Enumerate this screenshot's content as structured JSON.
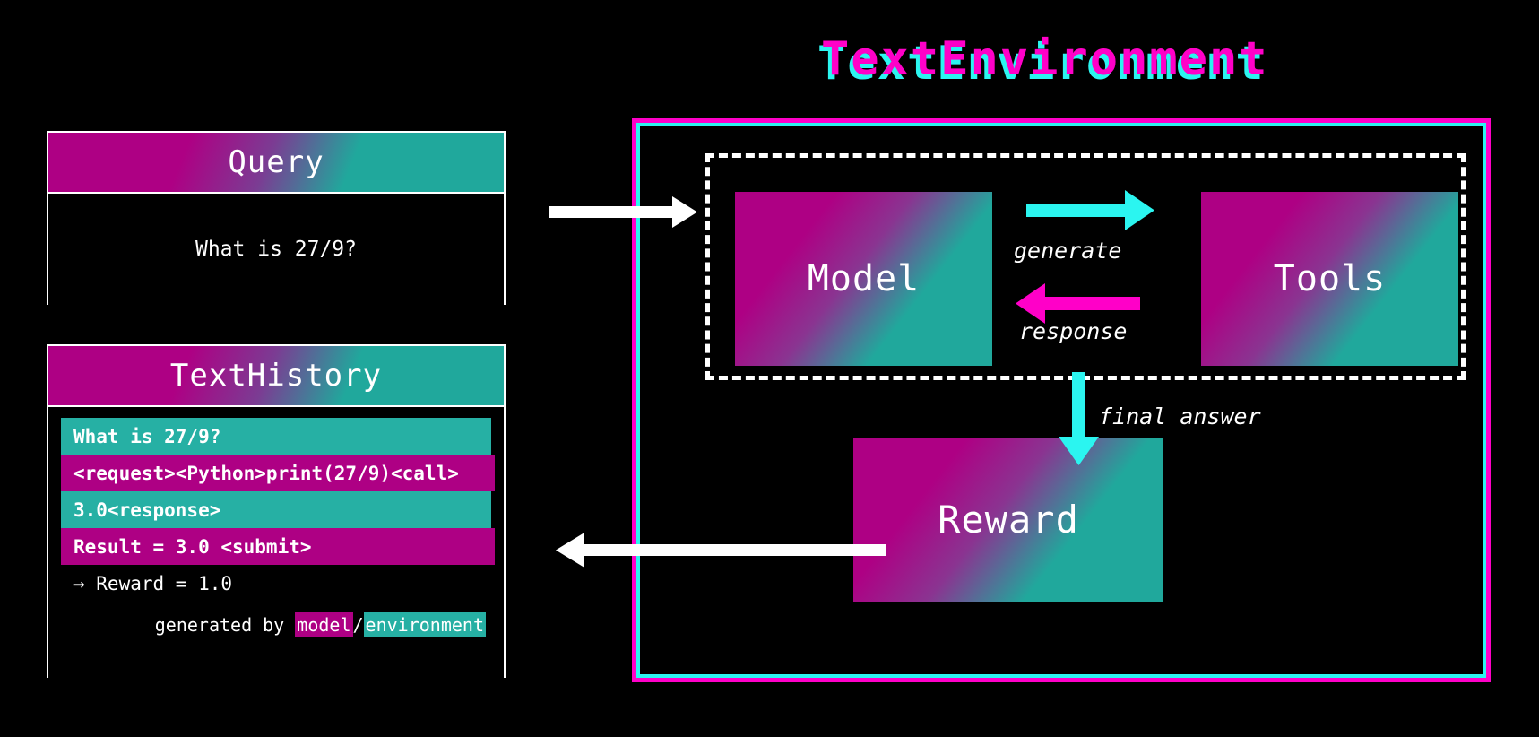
{
  "title": "TextEnvironment",
  "colors": {
    "magenta": "#AE0084",
    "teal": "#20A89C",
    "neon_magenta": "#FF00C8",
    "neon_cyan": "#2BF5F0",
    "white": "#FFFFFF",
    "background": "#000000"
  },
  "query_card": {
    "header": "Query",
    "text": "What is 27/9?"
  },
  "history_card": {
    "header": "TextHistory",
    "rows": [
      {
        "text": "What is 27/9?",
        "source": "environment"
      },
      {
        "text": "<request><Python>print(27/9)<call>",
        "source": "model"
      },
      {
        "text": "3.0<response>",
        "source": "environment"
      },
      {
        "text": "Result = 3.0 <submit>",
        "source": "model"
      },
      {
        "text": "→ Reward = 1.0",
        "source": "none"
      }
    ],
    "caption": {
      "prefix": "generated by ",
      "model_label": "model",
      "separator": "/",
      "env_label": "environment"
    }
  },
  "environment": {
    "model_box": "Model",
    "tools_box": "Tools",
    "reward_box": "Reward",
    "generate_label": "generate",
    "response_label": "response",
    "final_answer_label": "final answer"
  }
}
